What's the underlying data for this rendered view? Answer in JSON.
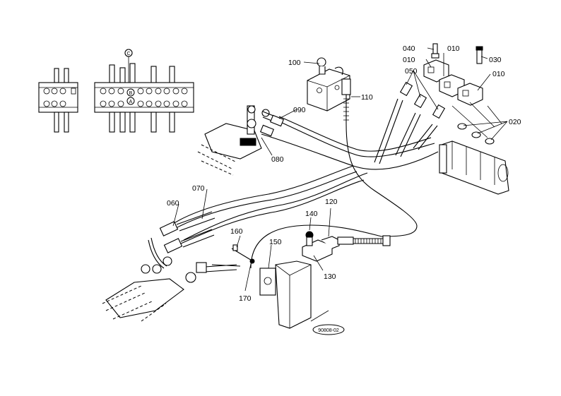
{
  "diagram": {
    "labels": {
      "p010a": "010",
      "p010b": "010",
      "p010c": "010",
      "p020": "020",
      "p030": "030",
      "p040": "040",
      "p050": "050",
      "p060": "060",
      "p070": "070",
      "p080": "080",
      "p090": "090",
      "p100": "100",
      "p110": "110",
      "p120": "120",
      "p130": "130",
      "p140": "140",
      "p150": "150",
      "p160": "160",
      "p170": "170"
    },
    "markers": {
      "c": "C",
      "b": "B",
      "a": "A"
    },
    "stamp": "90808-02"
  }
}
